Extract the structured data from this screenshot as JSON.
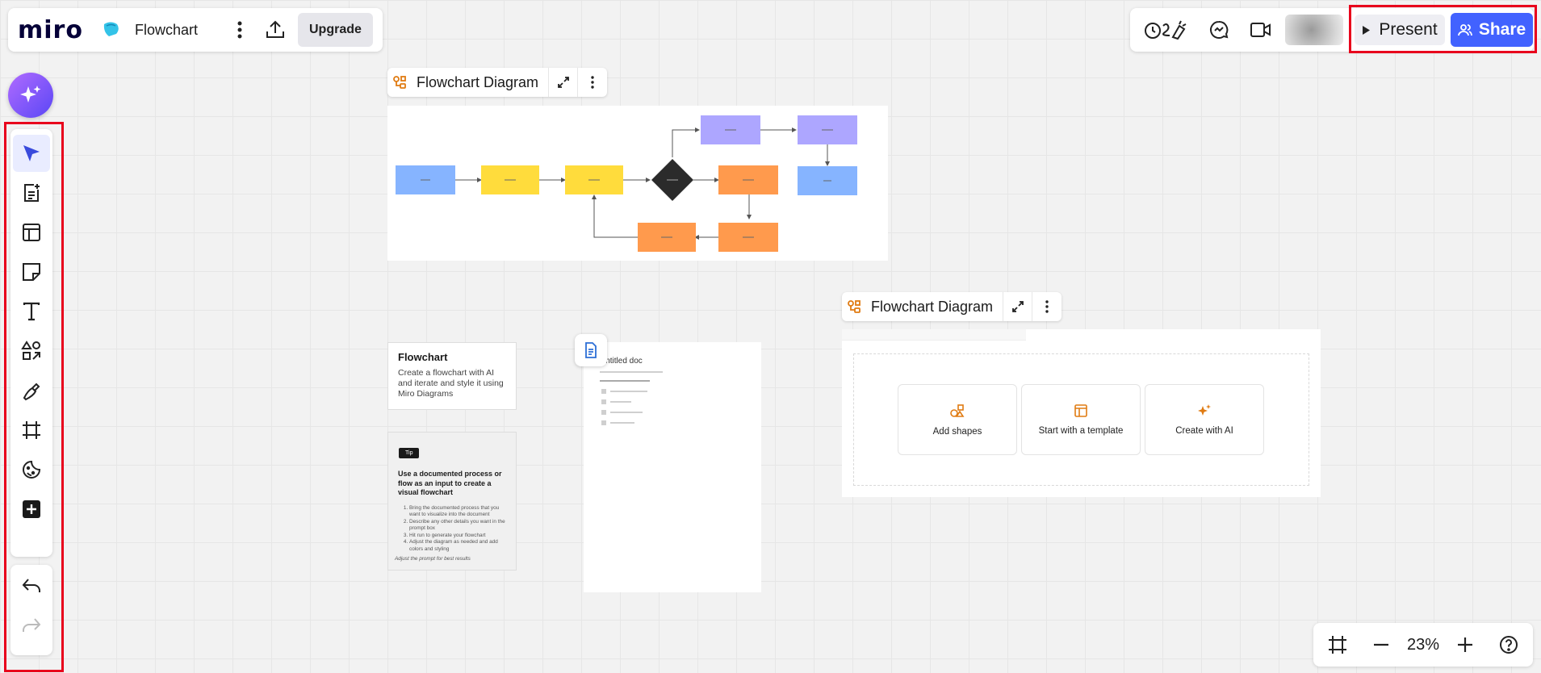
{
  "header": {
    "logo": "miro",
    "board_name": "Flowchart",
    "upgrade_label": "Upgrade"
  },
  "top_right": {
    "present_label": "Present",
    "share_label": "Share"
  },
  "toolbar": {
    "tools": [
      "select-tool",
      "templates-doc-tool",
      "layout-tool",
      "sticky-note-tool",
      "text-tool",
      "shapes-tool",
      "pen-tool",
      "frame-tool",
      "stickers-tool",
      "more-apps-tool"
    ],
    "history": [
      "undo",
      "redo"
    ]
  },
  "frames": [
    {
      "title": "Flowchart Diagram"
    },
    {
      "title": "Flowchart Diagram"
    }
  ],
  "empty_diagram": {
    "cards": [
      {
        "label": "Add shapes",
        "icon": "shapes-icon"
      },
      {
        "label": "Start with a template",
        "icon": "template-icon"
      },
      {
        "label": "Create with AI",
        "icon": "ai-sparkle-icon"
      }
    ]
  },
  "note_card": {
    "title": "Flowchart",
    "body": "Create a flowchart with AI and iterate and style it using Miro Diagrams"
  },
  "tip_card": {
    "badge": "Tip",
    "title": "Use a documented process or flow as an input to create a visual flowchart",
    "steps": [
      "Bring the documented process that you want to visualize into the document",
      "Describe any other details you want in the prompt box",
      "Hit run to generate your flowchart",
      "Adjust the diagram as needed and add colors and styling"
    ],
    "footer": "Adjust the prompt for best results"
  },
  "doc": {
    "title": "Untitled doc"
  },
  "zoom": {
    "value": "23%"
  },
  "colors": {
    "accent": "#4262ff",
    "highlight": "#e8001c",
    "blue_node": "#86b4ff",
    "yellow_node": "#ffdc3c",
    "orange_node": "#ff9a4d",
    "purple_node": "#ada6ff",
    "decision": "#2b2b2b"
  }
}
